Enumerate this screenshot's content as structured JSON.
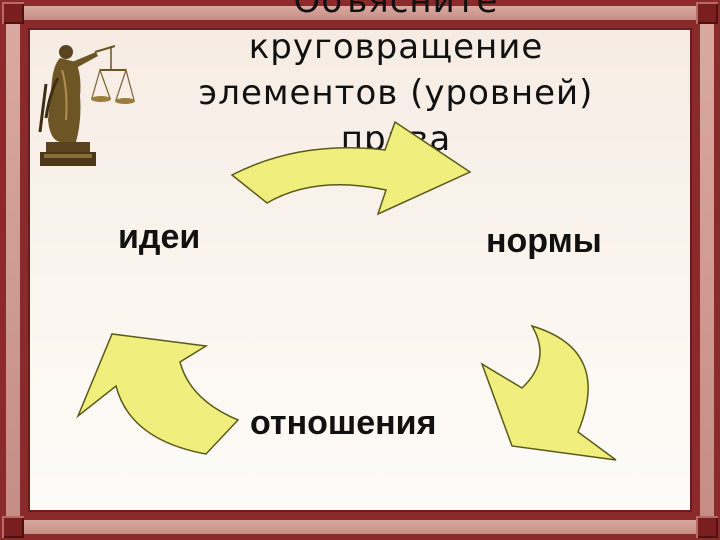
{
  "slide": {
    "title_lines": [
      "Объясните",
      "круговращение",
      "элементов (уровней)",
      "права"
    ]
  },
  "diagram": {
    "nodes": {
      "ideas": "идеи",
      "norms": "нормы",
      "relations": "отношения"
    },
    "arrow_color": "#f0ef7e",
    "arrow_stroke": "#5a5a1a",
    "frame_color": "#8a2a2a"
  },
  "icons": {
    "themis": "themis-statue-icon"
  }
}
